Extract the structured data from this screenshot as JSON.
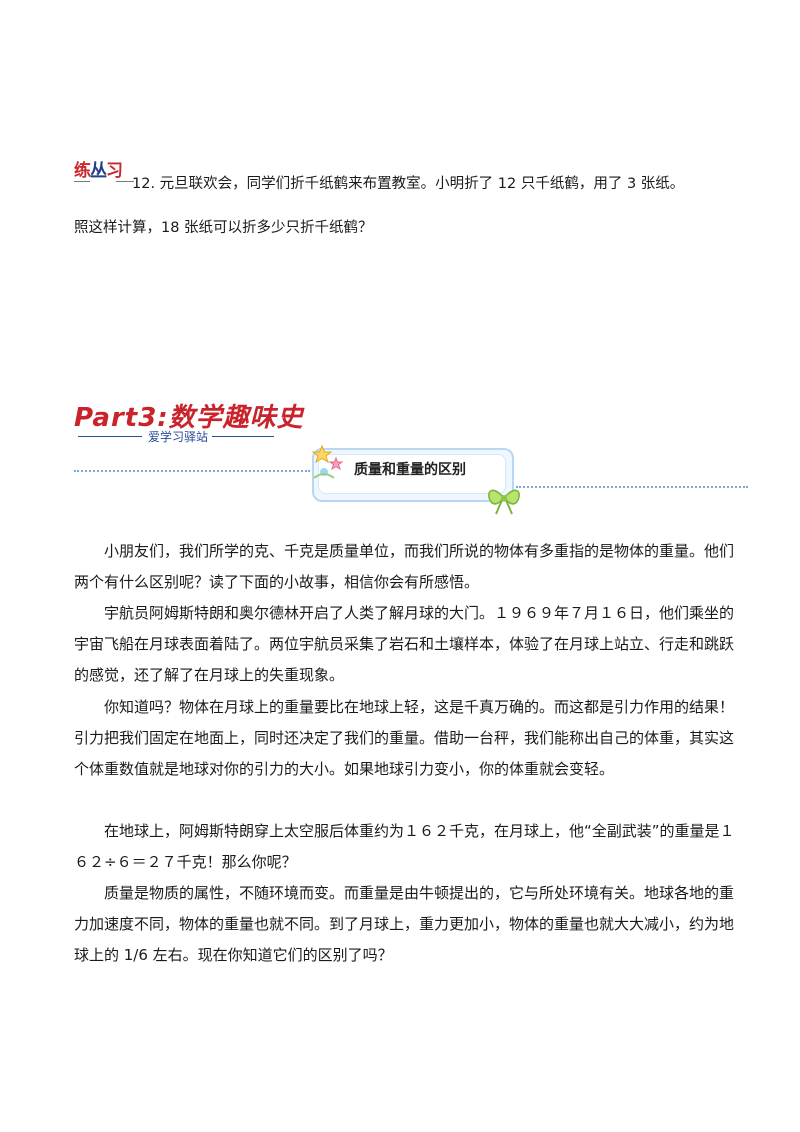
{
  "badge": {
    "char1": "练",
    "char2": "习"
  },
  "question12": {
    "line1": "12. 元旦联欢会，同学们折千纸鹤来布置教室。小明折了 12 只千纸鹤，用了 3 张纸。",
    "line2": "照这样计算，18 张纸可以折多少只折千纸鹤？"
  },
  "part3": {
    "title": "Part3:数学趣味史",
    "subtitle": "爱学习驿站"
  },
  "banner": {
    "title": "质量和重量的区别"
  },
  "paragraphs": [
    "小朋友们，我们所学的克、千克是质量单位，而我们所说的物体有多重指的是物体的重量。他们两个有什么区别呢？读了下面的小故事，相信你会有所感悟。",
    "宇航员阿姆斯特朗和奥尔德林开启了人类了解月球的大门。１９６９年７月１６日，他们乘坐的宇宙飞船在月球表面着陆了。两位宇航员采集了岩石和土壤样本，体验了在月球上站立、行走和跳跃的感觉，还了解了在月球上的失重现象。",
    "你知道吗？物体在月球上的重量要比在地球上轻，这是千真万确的。而这都是引力作用的结果！引力把我们固定在地面上，同时还决定了我们的重量。借助一台秤，我们能称出自己的体重，其实这个体重数值就是地球对你的引力的大小。如果地球引力变小，你的体重就会变轻。",
    "在地球上，阿姆斯特朗穿上太空服后体重约为１６２千克，在月球上，他“全副武装”的重量是１６２÷６＝２７千克！那么你呢？",
    "质量是物质的属性，不随环境而变。而重量是由牛顿提出的，它与所处环境有关。地球各地的重力加速度不同，物体的重量也就不同。到了月球上，重力更加小，物体的重量也就大大减小，约为地球上的 1/6 左右。现在你知道它们的区别了吗？"
  ]
}
